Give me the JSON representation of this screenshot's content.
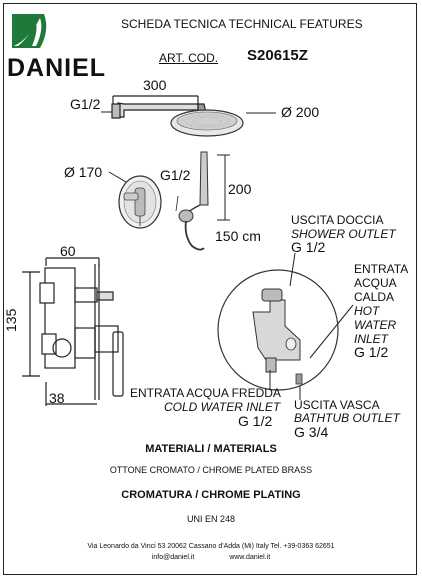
{
  "brand": {
    "name": "DANIEL",
    "logo_color": "#1f7a3a"
  },
  "header": {
    "title": "SCHEDA TECNICA   TECHNICAL FEATURES",
    "art_cod_label": "ART. COD.",
    "art_cod_value": "S20615Z"
  },
  "dimensions": {
    "arm_length": "300",
    "arm_thread": "G1/2",
    "head_diameter": "Ø 200",
    "mixer_diameter": "Ø 170",
    "handshower_thread": "G1/2",
    "handshower_height": "200",
    "hose_length": "150 cm",
    "body_width": "60",
    "body_height": "135",
    "body_depth": "38"
  },
  "connections": {
    "shower_outlet_it": "USCITA DOCCIA",
    "shower_outlet_en": "SHOWER OUTLET",
    "shower_outlet_size": "G 1/2",
    "hot_inlet_it_1": "ENTRATA",
    "hot_inlet_it_2": "ACQUA",
    "hot_inlet_it_3": "CALDA",
    "hot_inlet_en_1": "HOT",
    "hot_inlet_en_2": "WATER",
    "hot_inlet_en_3": "INLET",
    "hot_inlet_size": "G 1/2",
    "cold_inlet_it": "ENTRATA ACQUA FREDDA",
    "cold_inlet_en": "COLD WATER INLET",
    "cold_inlet_size": "G 1/2",
    "bath_outlet_it": "USCITA VASCA",
    "bath_outlet_en": "BATHTUB OUTLET",
    "bath_outlet_size": "G 3/4"
  },
  "materials": {
    "title": "MATERIALI / MATERIALS",
    "value": "OTTONE CROMATO  / CHROME PLATED BRASS",
    "plating_title": "CROMATURA / CHROME PLATING",
    "plating_value": "UNI EN 248"
  },
  "footer": {
    "address": "Via Leonardo da Vinci 53     20062 Cassano d'Adda (Mi) Italy Tel. +39-0363 62651",
    "contacts": "info@daniel.it                  www.daniel.it"
  }
}
